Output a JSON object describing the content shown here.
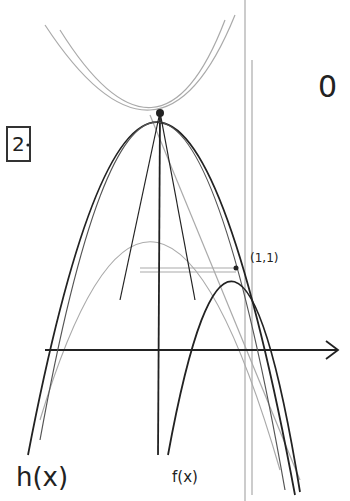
{
  "diagram": {
    "nodes": [
      {
        "text": [
          "2"
        ]
      }
    ],
    "labels": [
      "0",
      "(1,1)",
      "h(x)",
      "f(x)"
    ]
  }
}
